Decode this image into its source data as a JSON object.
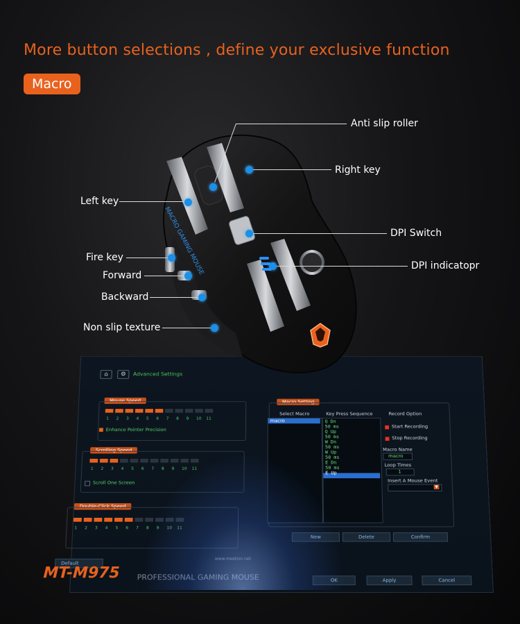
{
  "header": {
    "headline": "More button selections , define your exclusive function",
    "badge": "Macro"
  },
  "callouts": {
    "anti_slip_roller": "Anti slip roller",
    "right_key": "Right key",
    "left_key": "Left key",
    "dpi_switch": "DPI Switch",
    "fire_key": "Fire key",
    "dpi_indicator": "DPI indicatopr",
    "forward": "Forward",
    "backward": "Backward",
    "non_slip_texture": "Non slip texture"
  },
  "mouse": {
    "print": "MACRO GAMING MOUSE"
  },
  "software": {
    "title": "Advanced Settings",
    "mouse_speed": {
      "label": "Mouse Speed",
      "level": 6,
      "max": 11
    },
    "enhance_precision": "Enhance Pointer Precision",
    "scrolling_speed": {
      "label": "Scrolling Speed",
      "level": 3,
      "max": 11
    },
    "scroll_one_screen": "Scroll One Screen",
    "double_click_speed": {
      "label": "Double-Click Speed",
      "level": 6,
      "max": 11
    },
    "ticks": [
      "1",
      "2",
      "3",
      "4",
      "5",
      "6",
      "7",
      "8",
      "9",
      "10",
      "11"
    ],
    "macro_setting": "Macro Setting",
    "select_macro": "Select Macro",
    "macro_item": "macro",
    "key_press_sequence": "Key Press Sequence",
    "sequence": [
      "Q  Dn",
      "50 ms",
      "Q  Up",
      "50 ms",
      "W  Dn",
      "50 ms",
      "W  Up",
      "50 ms",
      "E  Dn",
      "50 ms",
      "E  Up"
    ],
    "record_option": "Record Option",
    "start_recording": "Start Recording",
    "stop_recording": "Stop Recording",
    "macro_name_label": "Macro Name",
    "macro_name_value": "macro",
    "loop_times_label": "Loop Times",
    "loop_times_value": "1",
    "insert_event": "Insert A Mouse Event",
    "btn_new": "New",
    "btn_delete": "Delete",
    "btn_confirm": "Confirm",
    "default": "Default",
    "website": "www.meetion.net",
    "model": "MT-M975",
    "model_sub": "PROFESSIONAL GAMING MOUSE",
    "btn_ok": "OK",
    "btn_apply": "Apply",
    "btn_cancel": "Cancel"
  },
  "colors": {
    "accent": "#e8621e",
    "dot": "#1c8fe6",
    "green": "#57d46a"
  }
}
